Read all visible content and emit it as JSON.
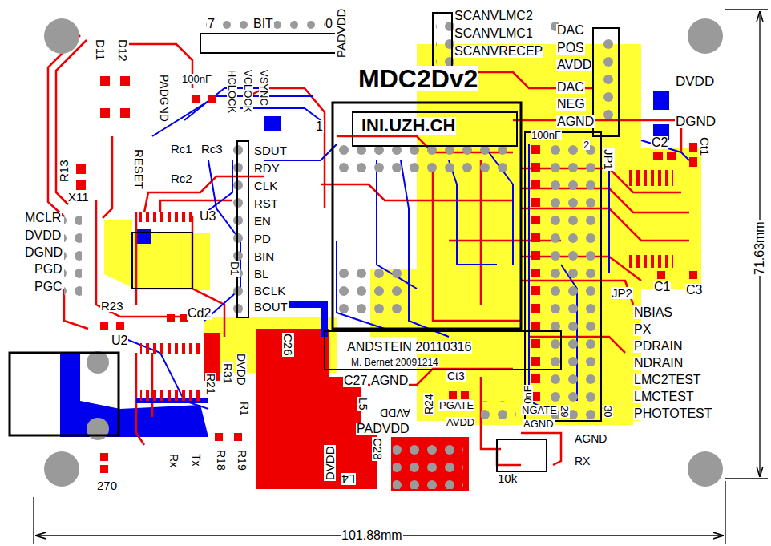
{
  "diagram": {
    "title": "MDC2Dv2",
    "labels": [
      "7",
      "BIT",
      "0",
      "PADVDD",
      "SCANVLMC2",
      "SCANVLMC1",
      "SCANVRECEP",
      "DAC",
      "POS",
      "AVDD",
      "DAC",
      "NEG",
      "AGND",
      "D11",
      "D12",
      "PADGND",
      "100nF",
      "HCLOCK",
      "VCLOCK",
      "VSYNC",
      "1",
      "INI.UZH.CH",
      "DVDD",
      "DGND",
      "Ct1",
      "C2",
      "100nF",
      "2",
      "JP1",
      "RESET",
      "R13",
      "X11",
      "Rc1",
      "Rc3",
      "Rc2",
      "SDUT",
      "RDY",
      "CLK",
      "RST",
      "EN",
      "PD",
      "BIN",
      "BL",
      "BCLK",
      "BOUT",
      "U3",
      "MCLR",
      "DVDD",
      "DGND",
      "PGD",
      "PGC",
      "D1",
      "R23",
      "Cd2",
      "U2",
      "C26",
      "DVDD",
      "R31",
      "R21",
      "R1",
      "R18",
      "R19",
      "270",
      "Rx",
      "Tx",
      "ANDSTEIN 20110316",
      "M. Bernet 20091214",
      "C27",
      "AGND",
      "AVDD",
      "L5",
      "R24",
      "Ct3",
      "PGATE",
      "AVDD",
      "10nF",
      "NGATE",
      "AGND",
      "PADVDD",
      "C28",
      "DVDD",
      "L4",
      "10k",
      "AGND",
      "RX",
      "29",
      "30",
      "JP2",
      "C1",
      "C3",
      "NBIAS",
      "PX",
      "PDRAIN",
      "NDRAIN",
      "LMC2TEST",
      "LMCTEST",
      "PHOTOTEST",
      "101.88mm",
      "71.63mm"
    ]
  }
}
